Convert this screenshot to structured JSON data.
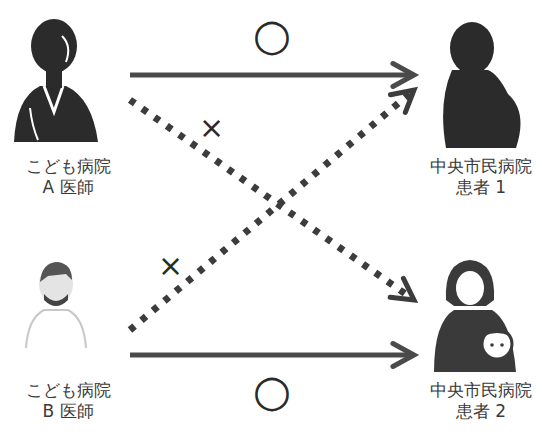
{
  "diagram": {
    "nodes": [
      {
        "text": [
          "こども病院 A 医師"
        ]
      },
      {
        "text": [
          "中央市民病院 患者 1"
        ]
      },
      {
        "text": [
          "こども病院 B 医師"
        ]
      },
      {
        "text": [
          "中央市民病院 患者 2"
        ]
      }
    ],
    "edges": [
      {
        "from": 0,
        "to": 1,
        "arrow": "to",
        "label": "○"
      },
      {
        "from": 0,
        "to": 3,
        "arrow": "to",
        "label": "×"
      },
      {
        "from": 2,
        "to": 1,
        "arrow": "to",
        "label": "×"
      },
      {
        "from": 2,
        "to": 3,
        "arrow": "to",
        "label": "○"
      }
    ]
  }
}
